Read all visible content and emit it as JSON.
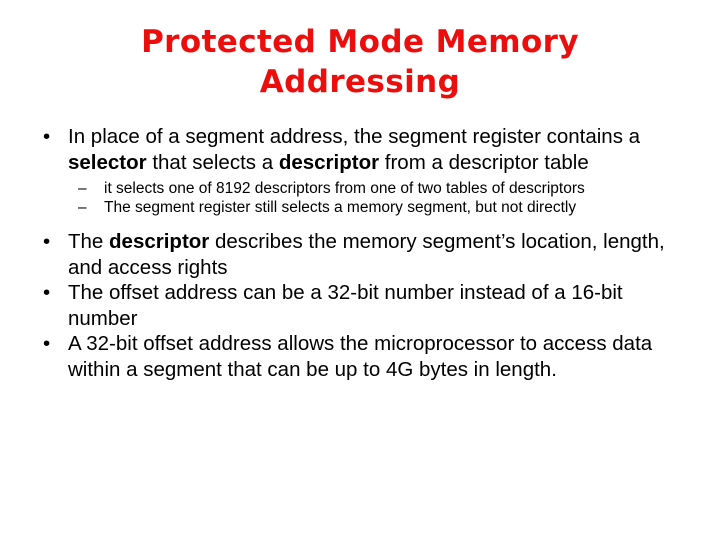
{
  "slide": {
    "title": "Protected Mode Memory\nAddressing",
    "title_color": "#ec0d0d",
    "background_color": "#ffffff",
    "text_color": "#000000",
    "bullet_marker": "•",
    "sub_bullet_marker": "–",
    "bullets": [
      {
        "level": 1,
        "parts": [
          {
            "text": "In place of a segment address, the segment register contains a ",
            "bold": false
          },
          {
            "text": "selector",
            "bold": true
          },
          {
            "text": " that selects a ",
            "bold": false
          },
          {
            "text": "descriptor",
            "bold": true
          },
          {
            "text": " from a descriptor table",
            "bold": false
          }
        ]
      },
      {
        "level": 2,
        "parts": [
          {
            "text": "it selects one of 8192 descriptors from one of two tables of descriptors",
            "bold": false
          }
        ]
      },
      {
        "level": 2,
        "parts": [
          {
            "text": "The segment register still selects a memory segment, but not directly",
            "bold": false
          }
        ]
      },
      {
        "level": 1,
        "gap_before": true,
        "parts": [
          {
            "text": "The ",
            "bold": false
          },
          {
            "text": "descriptor",
            "bold": true
          },
          {
            "text": " describes the memory segment’s location, length, and access rights",
            "bold": false
          }
        ]
      },
      {
        "level": 1,
        "parts": [
          {
            "text": "The offset address can be a 32-bit number instead of a 16-bit number",
            "bold": false
          }
        ]
      },
      {
        "level": 1,
        "parts": [
          {
            "text": "A 32-bit offset address allows the microprocessor to access data within a segment that can be up to 4G bytes in length.",
            "bold": false
          }
        ]
      }
    ]
  }
}
